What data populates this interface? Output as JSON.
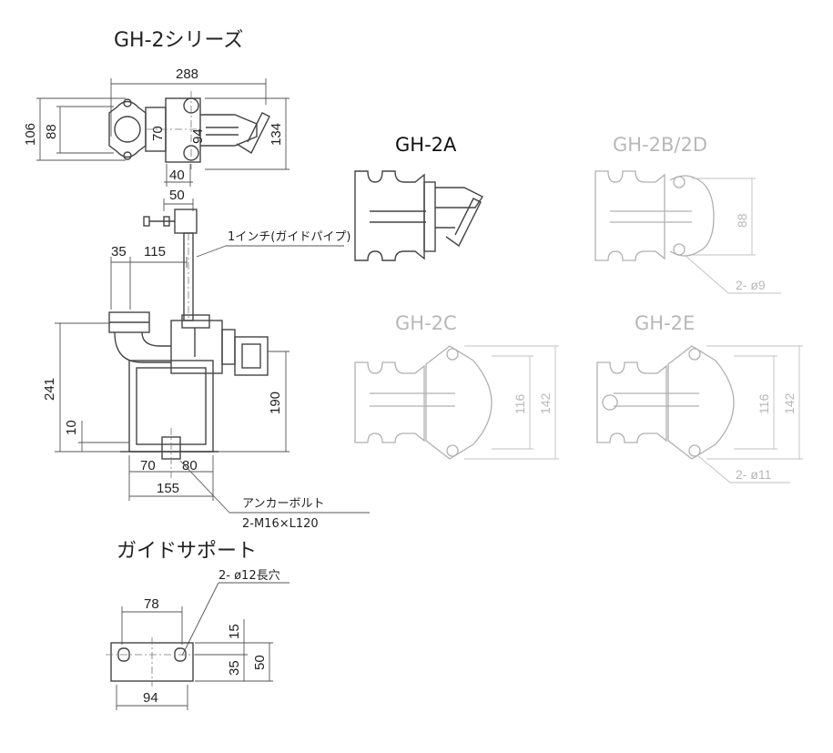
{
  "titles": {
    "series": "GH-2シリーズ",
    "gh2a": "GH-2A",
    "gh2bd": "GH-2B/2D",
    "gh2c": "GH-2C",
    "gh2e": "GH-2E",
    "guide_support": "ガイドサポート"
  },
  "dims": {
    "d288": "288",
    "d106": "106",
    "d88": "88",
    "d70": "70",
    "d94": "94",
    "d134": "134",
    "d40": "40",
    "d50": "50",
    "d35": "35",
    "d115": "115",
    "d241": "241",
    "d10": "10",
    "d190": "190",
    "d70b": "70",
    "d80": "80",
    "d155": "155",
    "bd88": "88",
    "c116": "116",
    "c142": "142",
    "e116": "116",
    "e142": "142",
    "s78": "78",
    "s15": "15",
    "s35": "35",
    "s50": "50",
    "s94": "94"
  },
  "notes": {
    "guide_pipe": "1インチ(ガイドパイプ)",
    "anchor_title": "アンカーボルト",
    "anchor_spec": "2-M16×L120",
    "bd_holes": "2- ø9",
    "e_holes": "2- ø11",
    "slot": "2- ø12長穴"
  },
  "colors": {
    "line": "#444444",
    "faded": "#b0b0b0"
  }
}
